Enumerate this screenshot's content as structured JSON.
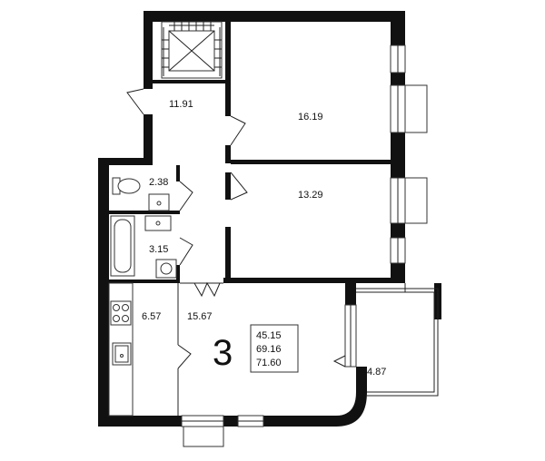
{
  "apartment": {
    "rooms_count": "3",
    "areas": [
      "45.15",
      "69.16",
      "71.60"
    ]
  },
  "rooms": [
    {
      "id": "hall-closet",
      "area": "11.91"
    },
    {
      "id": "bedroom-1",
      "area": "16.19"
    },
    {
      "id": "bedroom-2",
      "area": "13.29"
    },
    {
      "id": "toilet",
      "area": "2.38"
    },
    {
      "id": "bathroom",
      "area": "3.15"
    },
    {
      "id": "kitchen",
      "area": "6.57"
    },
    {
      "id": "living-room",
      "area": "15.67"
    },
    {
      "id": "balcony",
      "area": "4.87"
    }
  ],
  "colors": {
    "wall": "#111111",
    "background": "#ffffff"
  }
}
